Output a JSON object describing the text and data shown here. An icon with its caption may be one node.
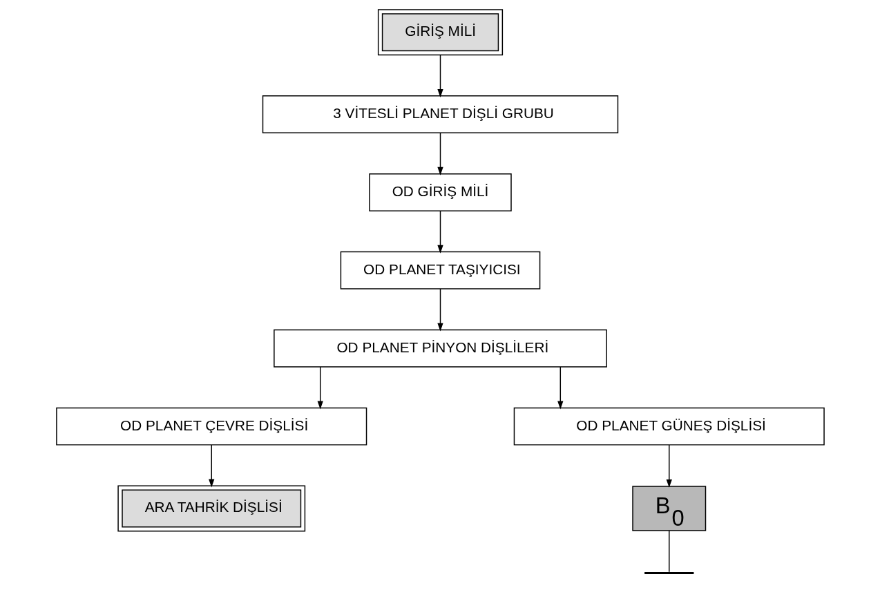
{
  "diagram": {
    "nodes": [
      {
        "text": [
          "GİRİŞ MİLİ"
        ]
      },
      {
        "text": [
          "3 VİTESLİ PLANET DİŞLİ GRUBU"
        ]
      },
      {
        "text": [
          "OD GİRİŞ MİLİ"
        ]
      },
      {
        "text": [
          "OD PLANET TAŞIYICISI"
        ]
      },
      {
        "text": [
          "OD PLANET PİNYON DİŞLİLERİ"
        ]
      },
      {
        "text": [
          "OD PLANET ÇEVRE DİŞLİSİ"
        ]
      },
      {
        "text": [
          "OD PLANET GÜNEŞ DİŞLİSİ"
        ]
      },
      {
        "text": [
          "ARA TAHRİK DİŞLİSİ"
        ]
      },
      {
        "text": [
          "B$_{0}$"
        ]
      },
      {
        "text": [],
        "shape": "ground"
      }
    ],
    "edges": [
      {
        "from": 0,
        "to": 1,
        "arrow": "to"
      },
      {
        "from": 1,
        "to": 2,
        "arrow": "to"
      },
      {
        "from": 2,
        "to": 3,
        "arrow": "to"
      },
      {
        "from": 3,
        "to": 4,
        "arrow": "to"
      },
      {
        "from": 4,
        "to": 5,
        "arrow": "to"
      },
      {
        "from": 4,
        "to": 6,
        "arrow": "to"
      },
      {
        "from": 5,
        "to": 7,
        "arrow": "to"
      },
      {
        "from": 6,
        "to": 8,
        "arrow": "to"
      },
      {
        "from": 8,
        "to": 9,
        "arrow": "none"
      }
    ]
  }
}
